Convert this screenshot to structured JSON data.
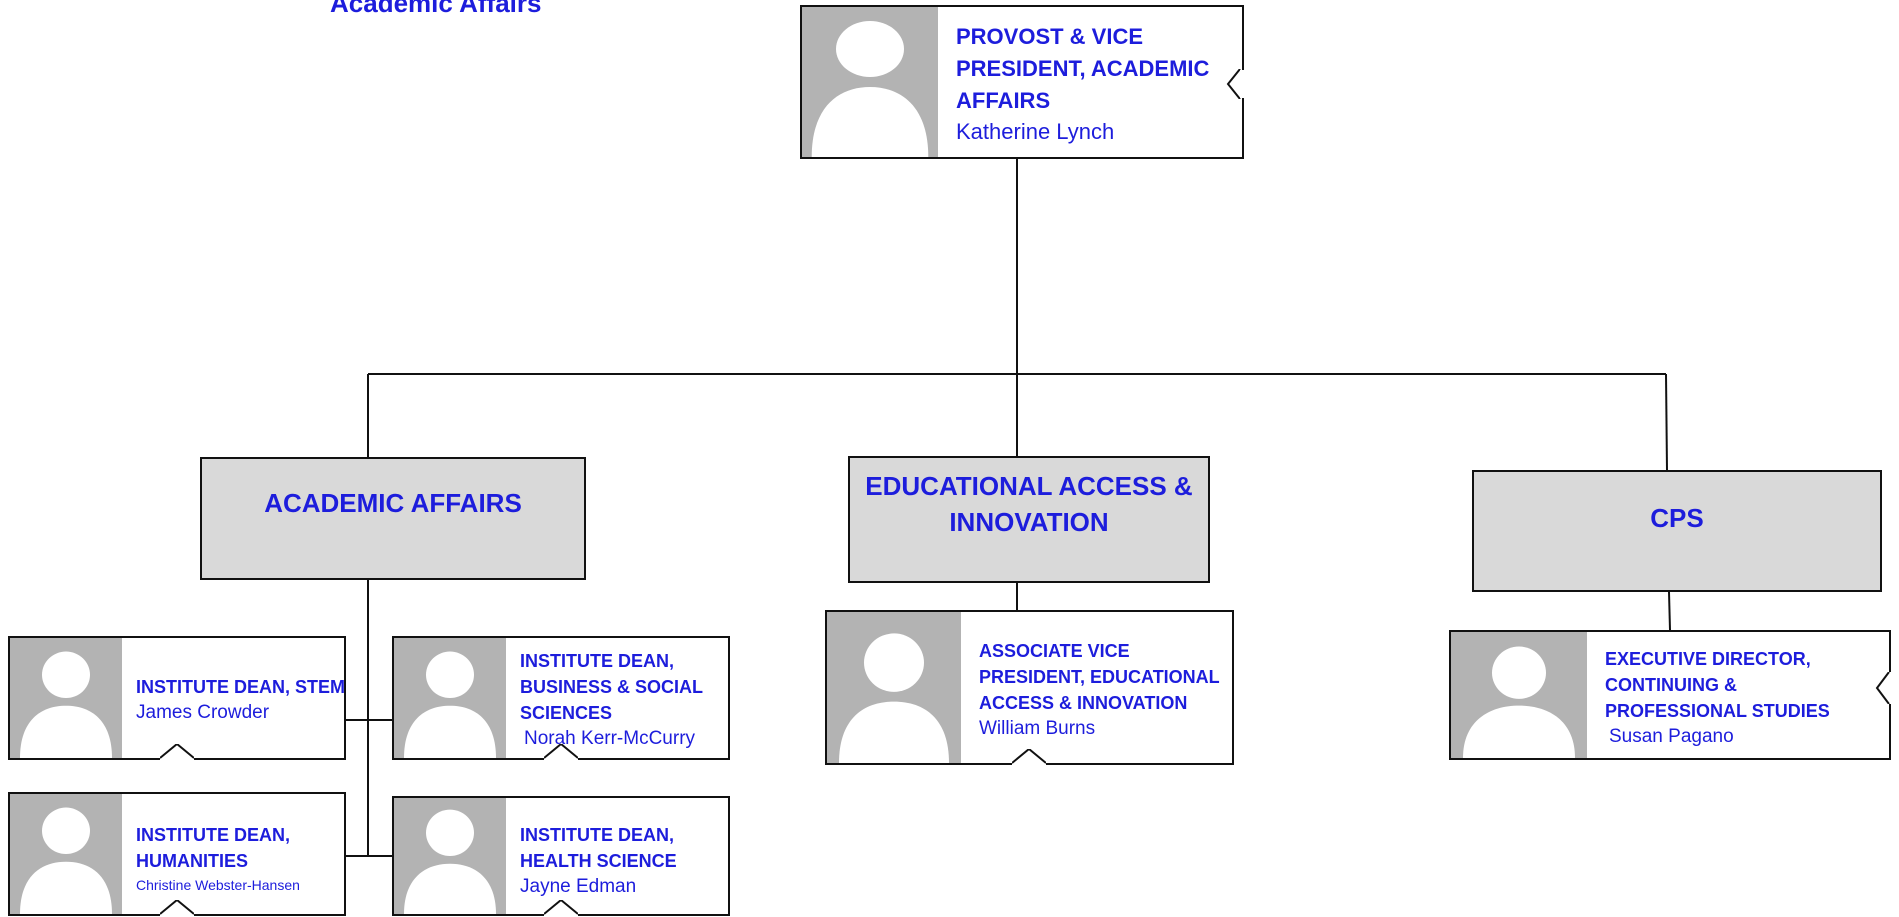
{
  "page": {
    "title": "Academic Affairs"
  },
  "colors": {
    "text": "#1d1ddc",
    "group_fill": "#d9d9d9",
    "photo_fill": "#b3b3b3",
    "line": "#111111"
  },
  "top": {
    "title": "PROVOST & VICE PRESIDENT, ACADEMIC AFFAIRS",
    "name": "Katherine Lynch"
  },
  "groups": {
    "academic": "ACADEMIC AFFAIRS",
    "access": "EDUCATIONAL ACCESS & INNOVATION",
    "cps": "CPS"
  },
  "academic_deans": {
    "stem": {
      "title": "INSTITUTE DEAN, STEM",
      "name": "James Crowder"
    },
    "business": {
      "title": "INSTITUTE DEAN, BUSINESS & SOCIAL SCIENCES",
      "name": "Norah Kerr-McCurry"
    },
    "humanities": {
      "title": "INSTITUTE DEAN, HUMANITIES",
      "name": "Christine Webster-Hansen"
    },
    "health": {
      "title": "INSTITUTE DEAN, HEALTH SCIENCE",
      "name": "Jayne Edman"
    }
  },
  "access_lead": {
    "title": "ASSOCIATE VICE PRESIDENT, EDUCATIONAL ACCESS & INNOVATION",
    "name": "William Burns"
  },
  "cps_lead": {
    "title": "EXECUTIVE DIRECTOR, CONTINUING & PROFESSIONAL STUDIES",
    "name": "Susan Pagano"
  },
  "icons": {
    "avatar": "person-silhouette-icon"
  }
}
